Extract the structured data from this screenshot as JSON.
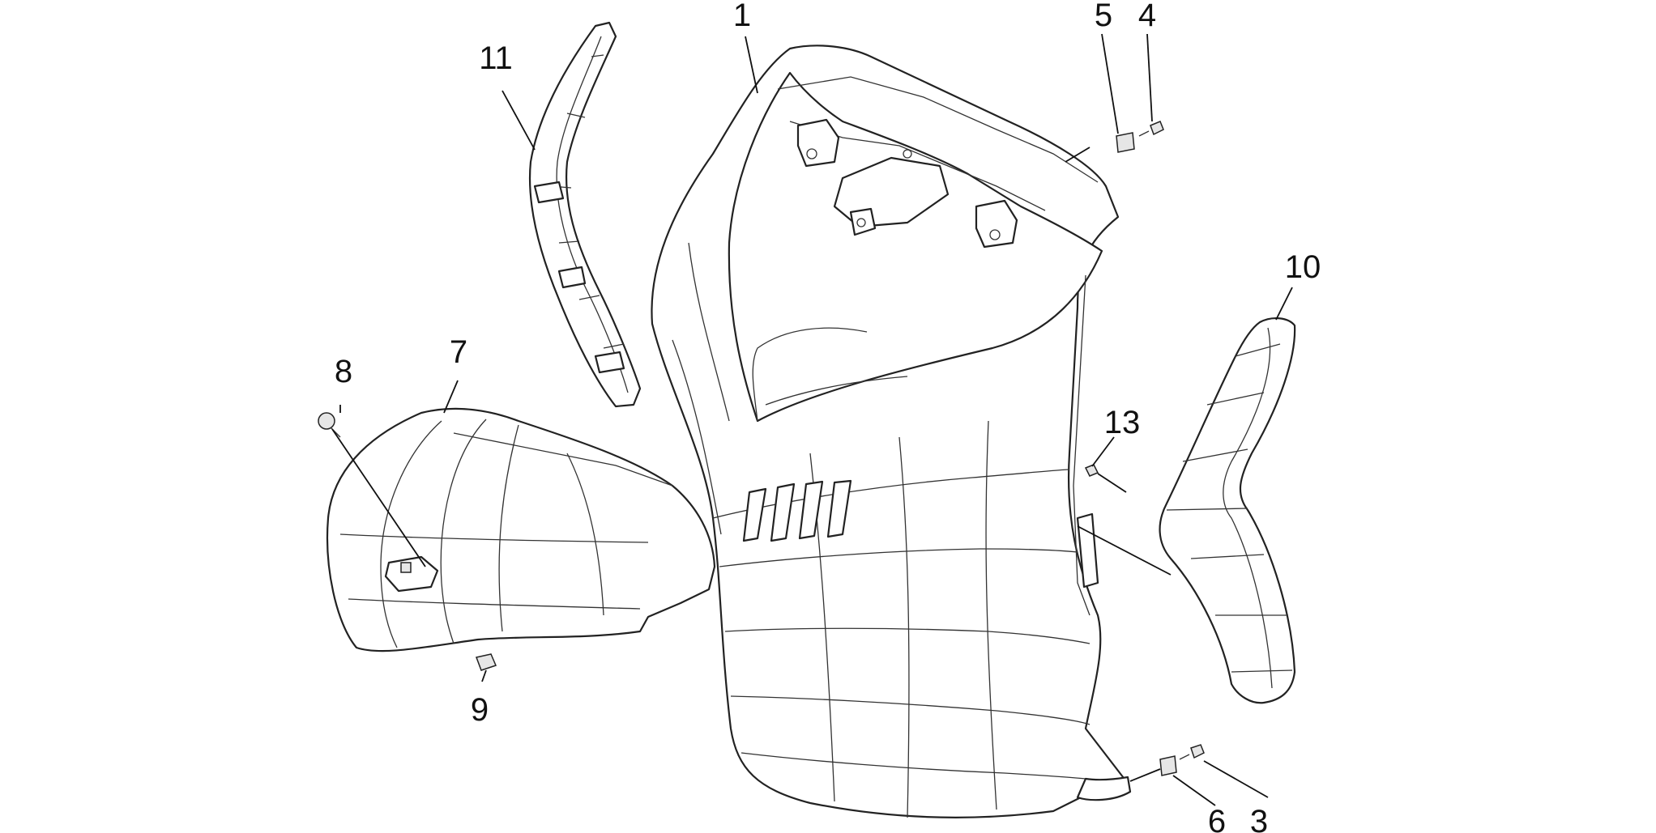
{
  "callouts": [
    {
      "id": "1",
      "text": "1"
    },
    {
      "id": "3",
      "text": "3"
    },
    {
      "id": "4",
      "text": "4"
    },
    {
      "id": "5",
      "text": "5"
    },
    {
      "id": "6",
      "text": "6"
    },
    {
      "id": "7",
      "text": "7"
    },
    {
      "id": "8",
      "text": "8"
    },
    {
      "id": "9",
      "text": "9"
    },
    {
      "id": "10",
      "text": "10"
    },
    {
      "id": "11",
      "text": "11"
    },
    {
      "id": "13",
      "text": "13"
    }
  ],
  "colors": {
    "line": "#222222",
    "background": "#ffffff"
  }
}
